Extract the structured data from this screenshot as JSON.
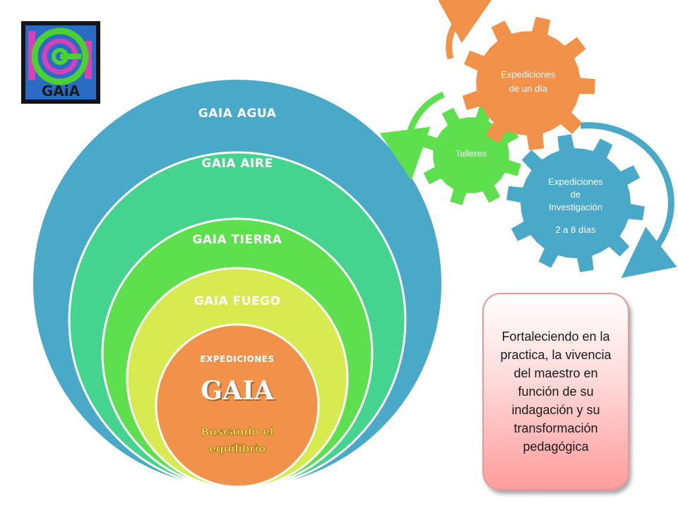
{
  "logo": {
    "text": "GAiA",
    "colors": {
      "frame": "#141414",
      "background": "#2a6cc4",
      "spiral": "#4cd132",
      "accent": "#d640b8",
      "letters": "#e8c93a"
    }
  },
  "rings": [
    {
      "label": "GAIA AGUA",
      "color": "#4aa8c8"
    },
    {
      "label": "GAIA AIRE",
      "color": "#45d48f"
    },
    {
      "label": "GAIA  TIERRA",
      "color": "#5ee04e"
    },
    {
      "label": "GAIA  FUEGO",
      "color": "#d7ea4f"
    }
  ],
  "core": {
    "subtitle": "EXPEDICIONES",
    "title": "GAIA",
    "tagline_line1": "Buscando el",
    "tagline_line2": "equilibrio",
    "color": "#f2914a",
    "title_color": "#ffffff",
    "tagline_color": "#f7e84a"
  },
  "gears": [
    {
      "id": "investigacion",
      "line1": "Expediciones",
      "line2": "de",
      "line3": "Investigación",
      "line4": "2 a 8 días",
      "color": "#4aa8c8"
    },
    {
      "id": "talleres",
      "line1": "Talleres",
      "color": "#5ee04e"
    },
    {
      "id": "un-dia",
      "line1": "Expediciones",
      "line2": "de un día",
      "color": "#f2914a"
    }
  ],
  "callout": {
    "text": "Fortaleciendo en la practica, la vivencia del maestro en función de su indagación y su transformación pedagógica"
  }
}
